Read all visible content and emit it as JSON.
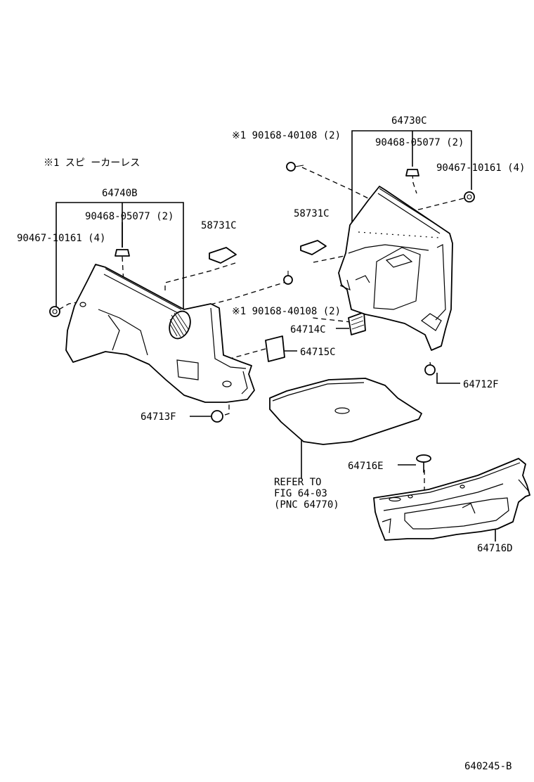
{
  "note": "※1 スピ ーカーレス",
  "labels": {
    "p64730C": "64730C",
    "p90168_top": "※1 90168-40108 (2)",
    "p90468_right": "90468-05077 (2)",
    "p90467_right": "90467-10161 (4)",
    "p58731C_right": "58731C",
    "p64740B": "64740B",
    "p90468_left": "90468-05077 (2)",
    "p58731C_left": "58731C",
    "p90467_left": "90467-10161 (4)",
    "p90168_mid": "※1 90168-40108 (2)",
    "p64714C": "64714C",
    "p64715C": "64715C",
    "p64712F": "64712F",
    "p64713F": "64713F",
    "p64716E": "64716E",
    "refer1": "REFER TO",
    "refer2": "FIG 64-03",
    "refer3": "(PNC 64770)",
    "p64716D": "64716D",
    "code": "640245-B"
  }
}
